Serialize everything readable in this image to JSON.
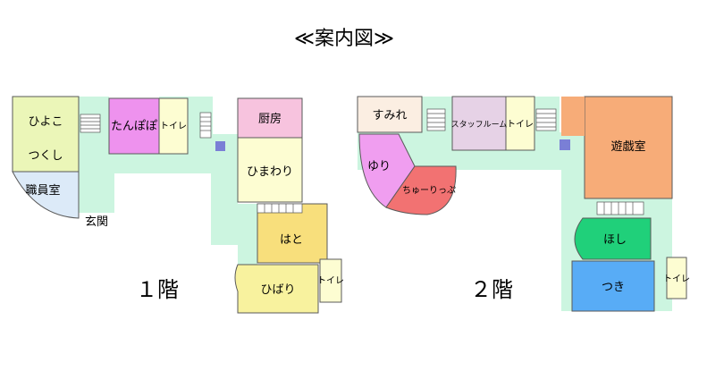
{
  "title": "≪案内図≫",
  "colors": {
    "corridor": "#ccf5e0",
    "hiyoko": "#ebf6b8",
    "shokuin": "#dceaf8",
    "tanpopo": "#ee92ee",
    "toilet": "#fdfdd2",
    "kitchen": "#f7c3de",
    "himawari": "#fdfdd2",
    "hato": "#f8df7c",
    "hibari": "#f8f29e",
    "sumire": "#fbeee2",
    "staff": "#e6d2e6",
    "yuri": "#f09ef0",
    "tulip": "#f27272",
    "yugi": "#f7ac78",
    "hoshi": "#20d07a",
    "tsuki": "#58acf6",
    "blue_square": "#7a7fd6",
    "outline": "#5a5a5a"
  },
  "floor1": {
    "label": "１階",
    "rooms": {
      "hiyoko": "ひよこ",
      "tsukushi": "つくし",
      "shokuin": "職員室",
      "tanpopo": "たんぽぽ",
      "toilet_a": "トイレ",
      "kitchen": "厨房",
      "himawari": "ひまわり",
      "hato": "はと",
      "hibari": "ひばり",
      "toilet_b": "トイレ"
    },
    "entrance": "玄関"
  },
  "floor2": {
    "label": "２階",
    "rooms": {
      "sumire": "すみれ",
      "staff": "スタッフルーム",
      "toilet_a": "トイレ",
      "yugi": "遊戯室",
      "yuri": "ゆり",
      "tulip": "ちゅーりっぷ",
      "hoshi": "ほし",
      "tsuki": "つき",
      "toilet_b": "トイレ"
    }
  }
}
